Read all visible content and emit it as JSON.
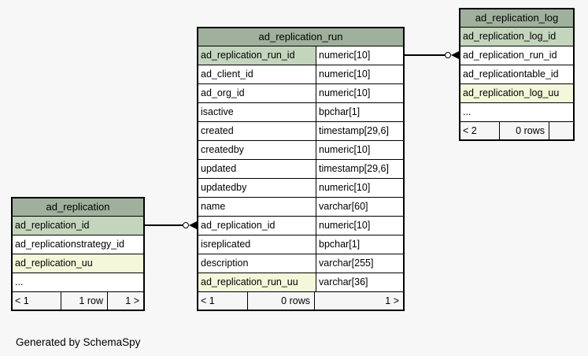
{
  "diagram": {
    "generated_note": "Generated by SchemaSpy"
  },
  "colors": {
    "page_bg": "#f7f7f7",
    "header_bg": "#9fb09c",
    "pk_bg": "#c3d5bd",
    "uu_bg": "#f5f7da",
    "row_bg": "#ffffff",
    "footer_bg": "#f6f6f6",
    "border": "#000000"
  },
  "tables": {
    "replication": {
      "title": "ad_replication",
      "columns": [
        {
          "name": "ad_replication_id",
          "style": "pk"
        },
        {
          "name": "ad_replicationstrategy_id",
          "style": "normal"
        },
        {
          "name": "ad_replication_uu",
          "style": "uu"
        },
        {
          "name": "...",
          "style": "normal"
        }
      ],
      "footer": {
        "left": "< 1",
        "middle": "1 row",
        "right": "1 >"
      }
    },
    "replication_run": {
      "title": "ad_replication_run",
      "columns": [
        {
          "name": "ad_replication_run_id",
          "type": "numeric[10]",
          "style": "pk"
        },
        {
          "name": "ad_client_id",
          "type": "numeric[10]",
          "style": "normal"
        },
        {
          "name": "ad_org_id",
          "type": "numeric[10]",
          "style": "normal"
        },
        {
          "name": "isactive",
          "type": "bpchar[1]",
          "style": "normal"
        },
        {
          "name": "created",
          "type": "timestamp[29,6]",
          "style": "normal"
        },
        {
          "name": "createdby",
          "type": "numeric[10]",
          "style": "normal"
        },
        {
          "name": "updated",
          "type": "timestamp[29,6]",
          "style": "normal"
        },
        {
          "name": "updatedby",
          "type": "numeric[10]",
          "style": "normal"
        },
        {
          "name": "name",
          "type": "varchar[60]",
          "style": "normal"
        },
        {
          "name": "ad_replication_id",
          "type": "numeric[10]",
          "style": "normal"
        },
        {
          "name": "isreplicated",
          "type": "bpchar[1]",
          "style": "normal"
        },
        {
          "name": "description",
          "type": "varchar[255]",
          "style": "normal"
        },
        {
          "name": "ad_replication_run_uu",
          "type": "varchar[36]",
          "style": "uu"
        }
      ],
      "footer": {
        "left": "< 1",
        "middle": "0 rows",
        "right": "1 >"
      }
    },
    "replication_log": {
      "title": "ad_replication_log",
      "columns": [
        {
          "name": "ad_replication_log_id",
          "style": "pk"
        },
        {
          "name": "ad_replication_run_id",
          "style": "normal"
        },
        {
          "name": "ad_replicationtable_id",
          "style": "normal"
        },
        {
          "name": "ad_replication_log_uu",
          "style": "uu"
        },
        {
          "name": "...",
          "style": "normal"
        }
      ],
      "footer": {
        "left": "< 2",
        "middle": "0 rows",
        "right": ""
      }
    }
  },
  "relationships": [
    {
      "parent_table": "ad_replication",
      "parent_column": "ad_replication_id",
      "child_table": "ad_replication_run",
      "child_column": "ad_replication_id"
    },
    {
      "parent_table": "ad_replication_run",
      "parent_column": "ad_replication_run_id",
      "child_table": "ad_replication_log",
      "child_column": "ad_replication_run_id"
    }
  ]
}
